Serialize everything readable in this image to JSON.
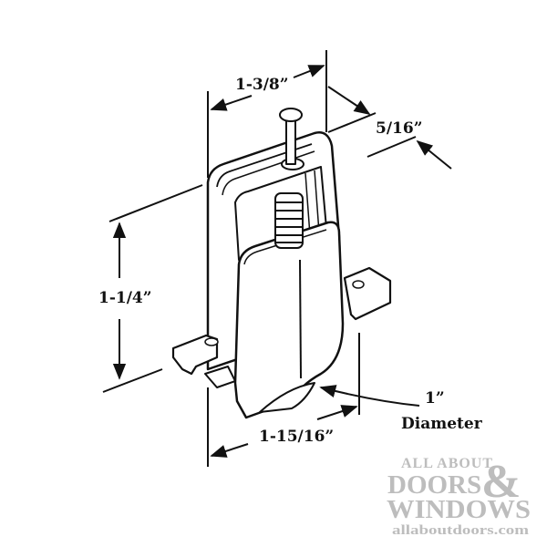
{
  "dimensions": {
    "width_top": "1-3/8”",
    "depth": "5/16”",
    "height": "1-1/4”",
    "width_bottom": "1-15/16”",
    "wheel_value": "1”",
    "wheel_label": "Diameter"
  },
  "watermark": {
    "line1": "ALL ABOUT",
    "line2": "DOORS",
    "ampersand": "&",
    "line3": "WINDOWS",
    "url": "allaboutdoors.com"
  }
}
